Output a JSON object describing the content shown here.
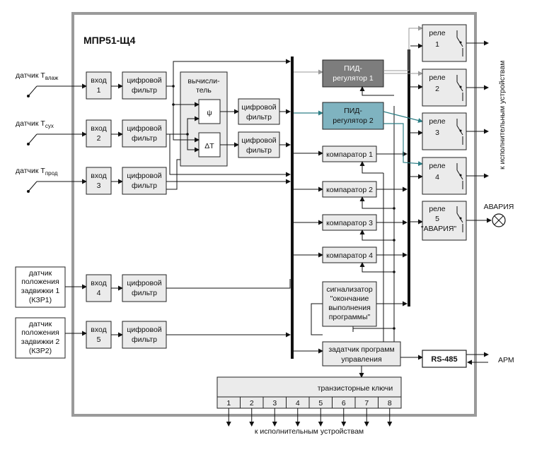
{
  "device": {
    "title": "МПР51-Щ4"
  },
  "sensors": [
    {
      "label": "датчик T",
      "sub": "влаж"
    },
    {
      "label": "датчик T",
      "sub": "сух"
    },
    {
      "label": "датчик T",
      "sub": "прод"
    }
  ],
  "valve_sensors": [
    {
      "lines": [
        "датчик",
        "положения",
        "задвижки 1",
        "(КЗР1)"
      ]
    },
    {
      "lines": [
        "датчик",
        "положения",
        "задвижки 2",
        "(КЗР2)"
      ]
    }
  ],
  "inputs": [
    {
      "lines": [
        "вход",
        "1"
      ]
    },
    {
      "lines": [
        "вход",
        "2"
      ]
    },
    {
      "lines": [
        "вход",
        "3"
      ]
    },
    {
      "lines": [
        "вход",
        "4"
      ]
    },
    {
      "lines": [
        "вход",
        "5"
      ]
    }
  ],
  "digital_filter": {
    "lines": [
      "цифровой",
      "фильтр"
    ]
  },
  "calculator": {
    "lines": [
      "вычисли-",
      "тель"
    ],
    "psi": "ψ",
    "delta_t": "ΔT"
  },
  "pid": [
    {
      "lines": [
        "ПИД-",
        "регулятор 1"
      ]
    },
    {
      "lines": [
        "ПИД-",
        "регулятор 2"
      ]
    }
  ],
  "comparators": [
    "компаратор 1",
    "компаратор 2",
    "компаратор 3",
    "компаратор 4"
  ],
  "signaler": {
    "lines": [
      "сигнализатор",
      "\"окончание",
      "выполнения",
      "программы\""
    ]
  },
  "program_setter": {
    "lines": [
      "задатчик программ",
      "управления"
    ]
  },
  "relays": [
    {
      "lines": [
        "реле",
        "1"
      ]
    },
    {
      "lines": [
        "реле",
        "2"
      ]
    },
    {
      "lines": [
        "реле",
        "3"
      ]
    },
    {
      "lines": [
        "реле",
        "4"
      ]
    },
    {
      "lines": [
        "реле",
        "5",
        "\"АВАРИЯ\""
      ]
    }
  ],
  "outputs_right": "к исполнительным устройствам",
  "alarm": "АВАРИЯ",
  "rs485": "RS-485",
  "arm": "АРМ",
  "transistor_keys": {
    "title": "транзисторные ключи",
    "keys": [
      "1",
      "2",
      "3",
      "4",
      "5",
      "6",
      "7",
      "8"
    ]
  },
  "outputs_bottom": "к исполнительным устройствам",
  "colors": {
    "pid1": "#7d7d7d",
    "pid2": "#7fb3c0",
    "teal_line": "#2d7f86",
    "frame": "#9a9a9a",
    "block": "#ebebeb"
  }
}
